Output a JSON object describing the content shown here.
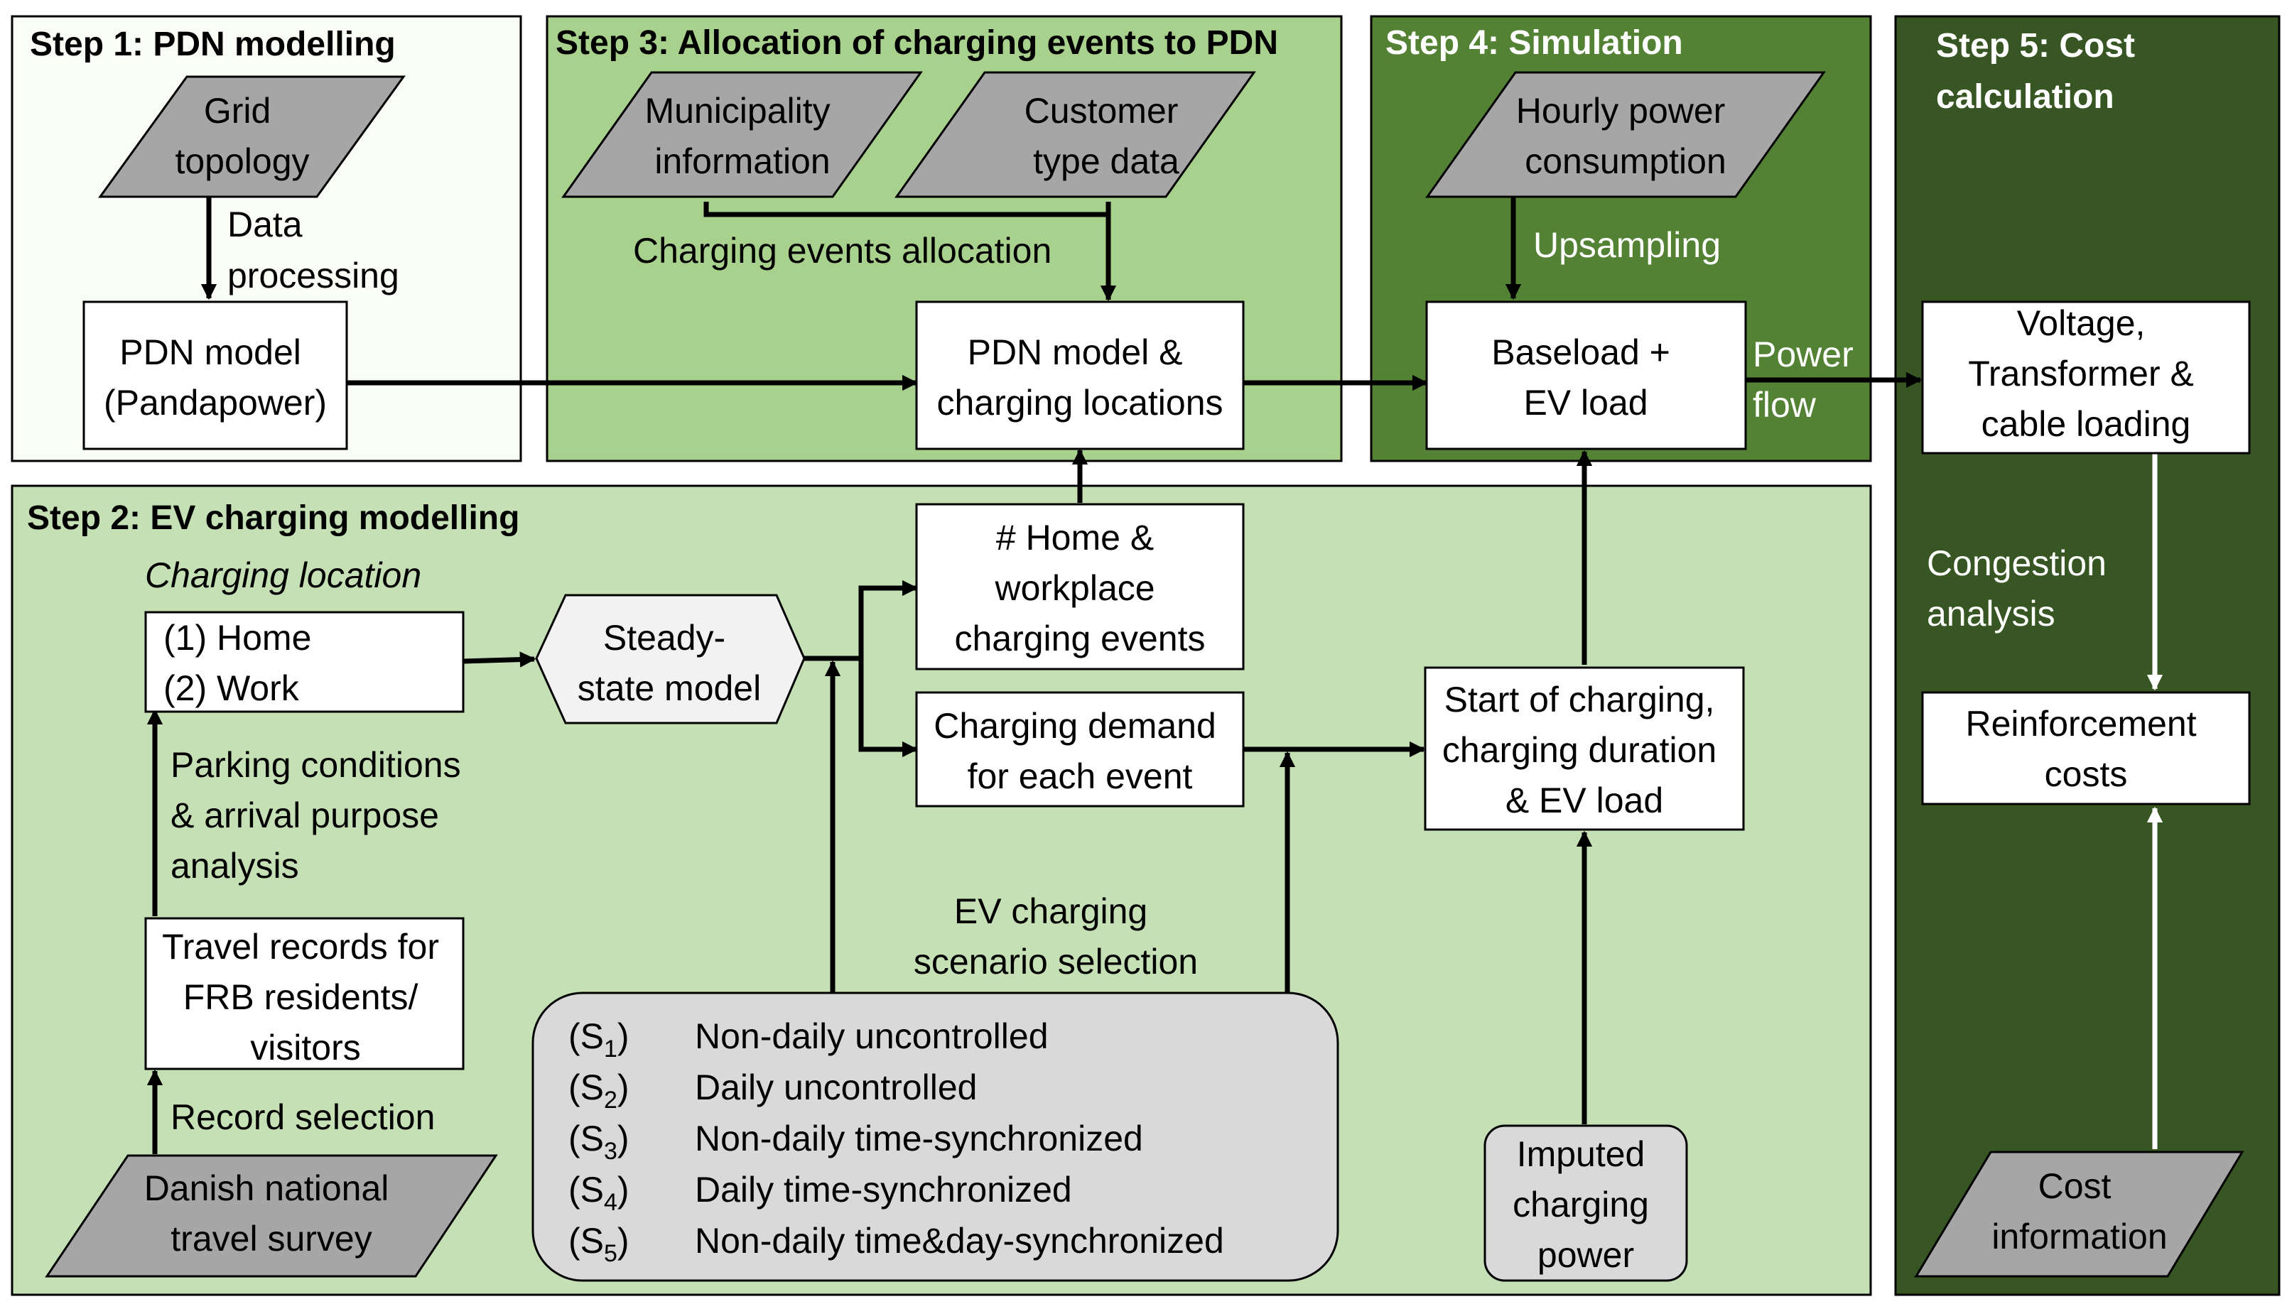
{
  "steps": {
    "step1": {
      "title": "Step 1: PDN modelling"
    },
    "step2": {
      "title": "Step 2: EV charging modelling"
    },
    "step3": {
      "title": "Step 3: Allocation of charging events to PDN"
    },
    "step4": {
      "title": "Step 4: Simulation"
    },
    "step5": {
      "title_lines": [
        "Step 5: Cost",
        "calculation"
      ]
    }
  },
  "inputs": {
    "grid_topology": [
      "Grid",
      "topology"
    ],
    "municipality_info": [
      "Municipality",
      "information"
    ],
    "customer_type": [
      "Customer",
      "type data"
    ],
    "hourly_power": [
      "Hourly power",
      "consumption"
    ],
    "cost_info": [
      "Cost",
      "information"
    ],
    "danish_survey": [
      "Danish national",
      "travel survey"
    ]
  },
  "boxes": {
    "pdn_model": [
      "PDN model",
      "(Pandapower)"
    ],
    "pdn_charging_locations": [
      "PDN model &",
      "charging locations"
    ],
    "baseload": [
      "Baseload +",
      "EV load"
    ],
    "voltage_loading": [
      "Voltage,",
      "Transformer &",
      "cable loading"
    ],
    "reinforcement": [
      "Reinforcement",
      "costs"
    ],
    "home_work": [
      "(1) Home",
      "(2) Work"
    ],
    "steady_state": [
      "Steady-",
      "state model"
    ],
    "home_workplace_events": [
      "# Home &",
      "workplace",
      "charging events"
    ],
    "charging_demand": [
      "Charging demand",
      "for each event"
    ],
    "start_charging": [
      "Start of charging,",
      "charging duration",
      "& EV load"
    ],
    "travel_records": [
      "Travel records for",
      "FRB residents/",
      "visitors"
    ],
    "imputed_power": [
      "Imputed",
      "charging",
      "power"
    ]
  },
  "edge_labels": {
    "data_processing": [
      "Data",
      "processing"
    ],
    "charging_events_allocation": "Charging events allocation",
    "upsampling": "Upsampling",
    "power_flow": [
      "Power",
      "flow"
    ],
    "congestion_analysis": [
      "Congestion",
      "analysis"
    ],
    "charging_location": "Charging location",
    "parking_conditions": [
      "Parking conditions",
      "& arrival purpose",
      "analysis"
    ],
    "record_selection": "Record selection",
    "ev_scenario_selection": [
      "EV charging",
      "scenario selection"
    ]
  },
  "scenarios": [
    {
      "id": "S",
      "sub": "1",
      "label": "Non-daily uncontrolled"
    },
    {
      "id": "S",
      "sub": "2",
      "label": "Daily uncontrolled"
    },
    {
      "id": "S",
      "sub": "3",
      "label": "Non-daily time-synchronized"
    },
    {
      "id": "S",
      "sub": "4",
      "label": "Daily time-synchronized"
    },
    {
      "id": "S",
      "sub": "5",
      "label": "Non-daily time&day-synchronized"
    }
  ],
  "colors": {
    "step1_bg": "#fafcf6",
    "step2_bg": "#c5e0b4",
    "step3_bg": "#a9d18e",
    "step4_bg": "#548235",
    "step5_bg": "#375623",
    "input_fill": "#a6a6a6",
    "scenario_fill": "#d9d9d9",
    "hex_fill": "#f2f2f2"
  }
}
